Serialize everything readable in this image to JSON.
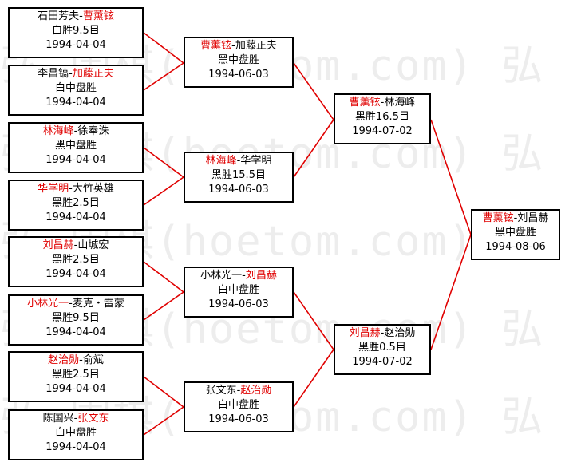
{
  "watermark": {
    "lines": [
      "弘  围棋(hoetom.com) 弘",
      "弘  围棋(hoetom.com) 弘",
      "弘  围棋(hoetom.com) 弘",
      "弘  围棋(hoetom.com) 弘",
      "弘  围棋(hoetom.com) 弘"
    ]
  },
  "colors": {
    "winner": "#e00000",
    "connector": "#e00000",
    "border": "#000000"
  },
  "round1": [
    {
      "p1": "石田芳夫",
      "sep": "-",
      "p2": "曹薰铉",
      "winner": "p2",
      "result": "白胜9.5目",
      "date": "1994-04-04"
    },
    {
      "p1": "李昌镐",
      "sep": "-",
      "p2": "加藤正夫",
      "winner": "p2",
      "result": "白中盘胜",
      "date": "1994-04-04"
    },
    {
      "p1": "林海峰",
      "sep": "-",
      "p2": "徐奉洙",
      "winner": "p1",
      "result": "黑中盘胜",
      "date": "1994-04-04"
    },
    {
      "p1": "华学明",
      "sep": "-",
      "p2": "大竹英雄",
      "winner": "p1",
      "result": "黑胜2.5目",
      "date": "1994-04-04"
    },
    {
      "p1": "刘昌赫",
      "sep": "-",
      "p2": "山城宏",
      "winner": "p1",
      "result": "黑胜2.5目",
      "date": "1994-04-04"
    },
    {
      "p1": "小林光一",
      "sep": "-",
      "p2": "麦克・雷蒙",
      "winner": "p1",
      "result": "黑胜9.5目",
      "date": "1994-04-04"
    },
    {
      "p1": "赵治勋",
      "sep": "-",
      "p2": "俞斌",
      "winner": "p1",
      "result": "黑胜2.5目",
      "date": "1994-04-04"
    },
    {
      "p1": "陈国兴",
      "sep": "-",
      "p2": "张文东",
      "winner": "p2",
      "result": "白中盘胜",
      "date": "1994-04-04"
    }
  ],
  "round2": [
    {
      "p1": "曹薰铉",
      "sep": "-",
      "p2": "加藤正夫",
      "winner": "p1",
      "result": "黑中盘胜",
      "date": "1994-06-03"
    },
    {
      "p1": "林海峰",
      "sep": "-",
      "p2": "华学明",
      "winner": "p1",
      "result": "黑胜15.5目",
      "date": "1994-06-03"
    },
    {
      "p1": "小林光一",
      "sep": "-",
      "p2": "刘昌赫",
      "winner": "p2",
      "result": "白中盘胜",
      "date": "1994-06-03"
    },
    {
      "p1": "张文东",
      "sep": "-",
      "p2": "赵治勋",
      "winner": "p2",
      "result": "白中盘胜",
      "date": "1994-06-03"
    }
  ],
  "round3": [
    {
      "p1": "曹薰铉",
      "sep": "-",
      "p2": "林海峰",
      "winner": "p1",
      "result": "黑胜16.5目",
      "date": "1994-07-02"
    },
    {
      "p1": "刘昌赫",
      "sep": "-",
      "p2": "赵治勋",
      "winner": "p1",
      "result": "黑胜0.5目",
      "date": "1994-07-02"
    }
  ],
  "final": [
    {
      "p1": "曹薰铉",
      "sep": "-",
      "p2": "刘昌赫",
      "winner": "p1",
      "result": "黑中盘胜",
      "date": "1994-08-06"
    }
  ]
}
